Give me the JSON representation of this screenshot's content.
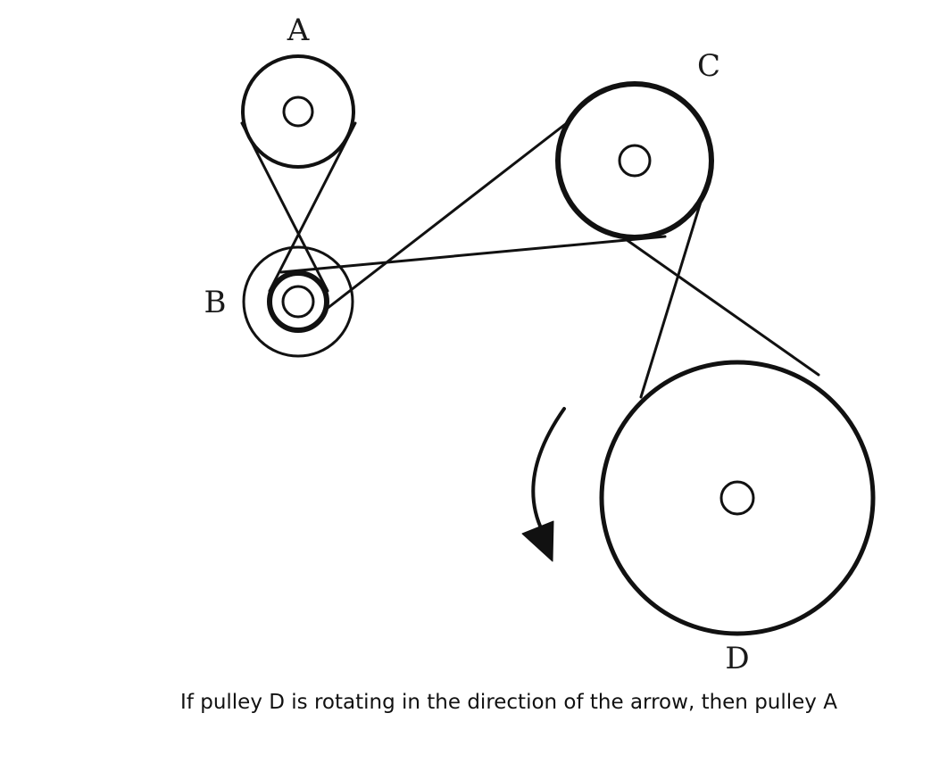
{
  "pulleys": [
    {
      "id": "A",
      "label": "A"
    },
    {
      "id": "B",
      "label": "B"
    },
    {
      "id": "C",
      "label": "C"
    },
    {
      "id": "D",
      "label": "D"
    }
  ],
  "arrow": {
    "direction": "counterclockwise"
  },
  "question": "If pulley D is rotating in the direction of the arrow, then pulley A",
  "colors": {
    "stroke": "#111111",
    "background": "#ffffff"
  }
}
